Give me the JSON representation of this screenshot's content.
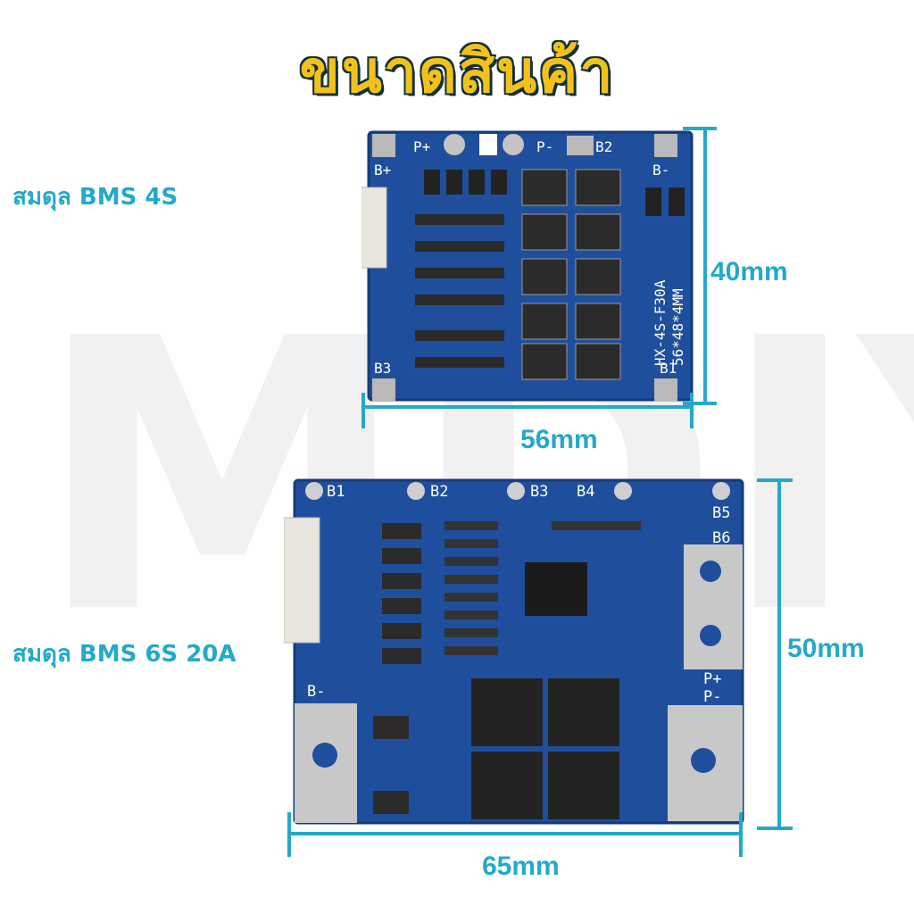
{
  "title": "ขนาดสินค้า",
  "watermark": "MDIY",
  "boards": [
    {
      "caption": "สมดุล BMS 4S",
      "width_label": "56mm",
      "height_label": "40mm",
      "pcb_marking": "HX-4S-F30A",
      "pcb_size_marking": "56*48*4MM",
      "pads": [
        "B+",
        "P+",
        "P-",
        "B2",
        "B-",
        "B3",
        "B1"
      ]
    },
    {
      "caption": "สมดุล BMS 6S 20A",
      "width_label": "65mm",
      "height_label": "50mm",
      "pads": [
        "B1",
        "B2",
        "B3",
        "B4",
        "B5",
        "B6",
        "B-",
        "P+",
        "P-"
      ]
    }
  ],
  "colors": {
    "accent": "#24a9c9",
    "title": "#f2c21b",
    "pcb": "#1f4f9c"
  }
}
